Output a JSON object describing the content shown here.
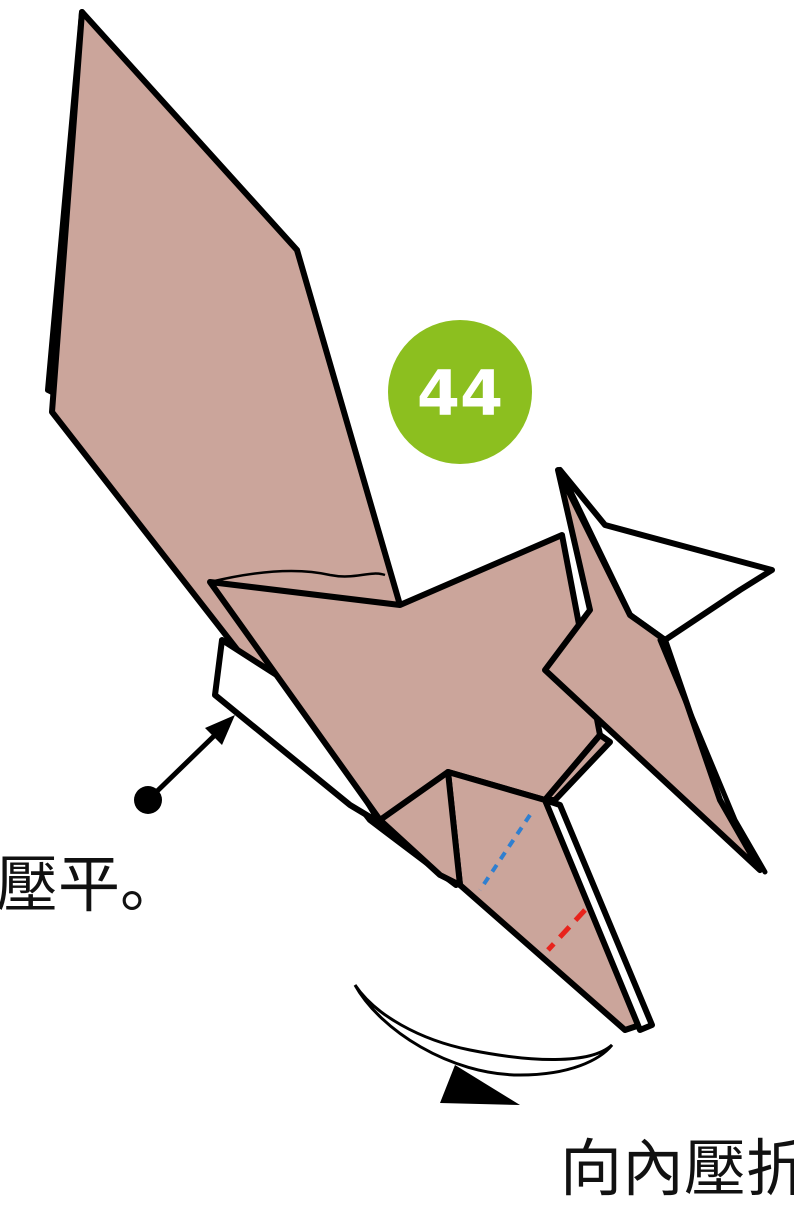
{
  "step": {
    "number": "44",
    "badge_color": "#8cbf1f"
  },
  "paper_color": "#cba59b",
  "instructions": {
    "left_caption": "壓平。",
    "bottom_caption": "向內壓折"
  },
  "fold_line_colors": {
    "valley": "#2f7fd0",
    "mountain": "#e8231c"
  }
}
